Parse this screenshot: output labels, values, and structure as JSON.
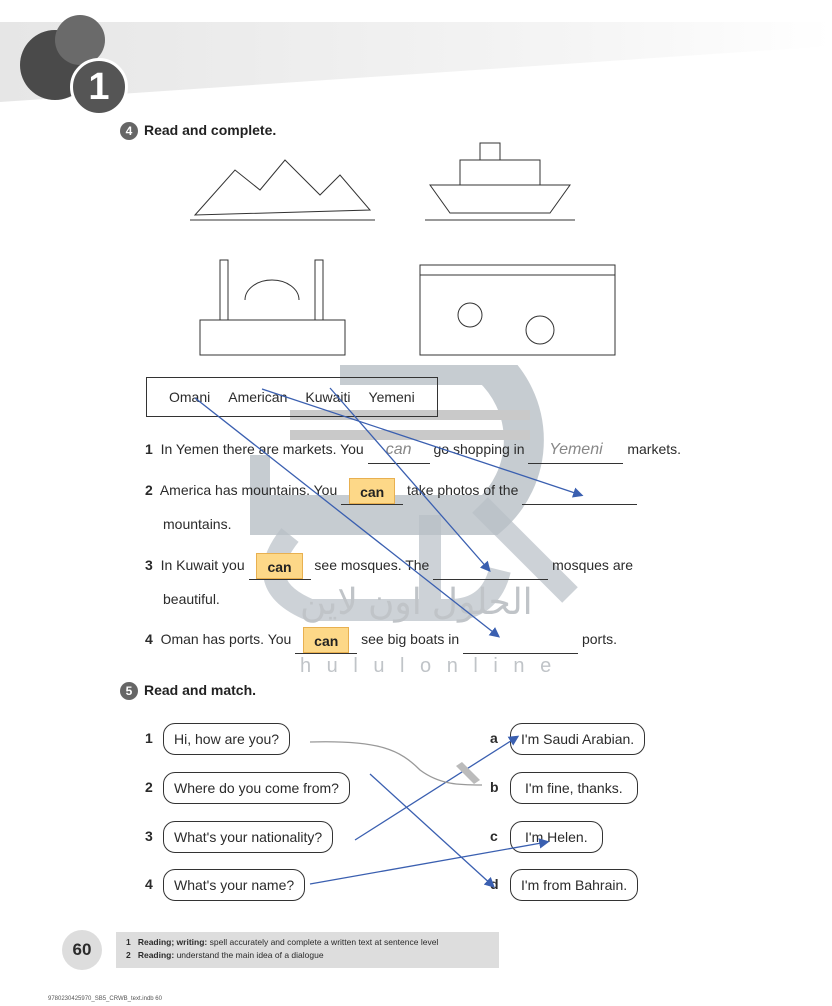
{
  "header": {
    "unit_number": "1"
  },
  "exercise4": {
    "number": "4",
    "title": "Read and complete.",
    "word_box": [
      "Omani",
      "American",
      "Kuwaiti",
      "Yemeni"
    ],
    "sentences": [
      {
        "n": "1",
        "a": "In Yemen there are markets. You",
        "b": "go shopping in",
        "c": "markets.",
        "answer1": "can",
        "answer2": "Yemeni"
      },
      {
        "n": "2",
        "a": "America has mountains. You",
        "b": "take photos of the",
        "c": "mountains.",
        "answer1": "can"
      },
      {
        "n": "3",
        "a": "In Kuwait you",
        "b": "see mosques. The",
        "c": "mosques are",
        "d": "beautiful.",
        "answer1": "can"
      },
      {
        "n": "4",
        "a": "Oman has ports. You",
        "b": "see big boats in",
        "c": "ports.",
        "answer1": "can"
      }
    ]
  },
  "exercise5": {
    "number": "5",
    "title": "Read and match.",
    "questions": [
      {
        "n": "1",
        "text": "Hi, how are you?"
      },
      {
        "n": "2",
        "text": "Where do you come from?"
      },
      {
        "n": "3",
        "text": "What's your nationality?"
      },
      {
        "n": "4",
        "text": "What's your name?"
      }
    ],
    "answers": [
      {
        "n": "a",
        "text": "I'm Saudi Arabian."
      },
      {
        "n": "b",
        "text": "I'm fine, thanks."
      },
      {
        "n": "c",
        "text": "I'm Helen."
      },
      {
        "n": "d",
        "text": "I'm from Bahrain."
      }
    ]
  },
  "footer": {
    "page_number": "60",
    "objectives": [
      {
        "n": "1",
        "label": "Reading; writing:",
        "text": "spell accurately and complete a written text at sentence level"
      },
      {
        "n": "2",
        "label": "Reading:",
        "text": "understand the main idea of a dialogue"
      }
    ],
    "print_slug": "9780230425970_SB5_CRWB_text.indb   60"
  },
  "watermark": {
    "arabic": "الحلول اون لاين",
    "latin": "h u l u l  o n l i n e"
  },
  "colors": {
    "highlight": "#fdd888",
    "arrow": "#3a5fb0",
    "watermark": "#b8bfc6"
  }
}
